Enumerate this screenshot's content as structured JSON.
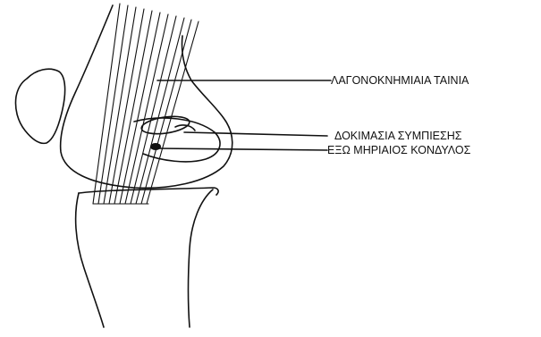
{
  "labels": {
    "iliotibial_band": "ΛΑΓΟΝΟΚΝΗΜΙΑΙΑ ΤΑΙΝΙΑ",
    "compression_test": "ΔΟΚΙΜΑΣΙΑ ΣΥΜΠΙΕΣΗΣ",
    "lateral_femoral_condyle": "ΕΞΩ ΜΗΡΙΑΙΟΣ ΚΟΝΔΥΛΟΣ"
  },
  "colors": {
    "ink": "#111111",
    "background": "#ffffff"
  }
}
